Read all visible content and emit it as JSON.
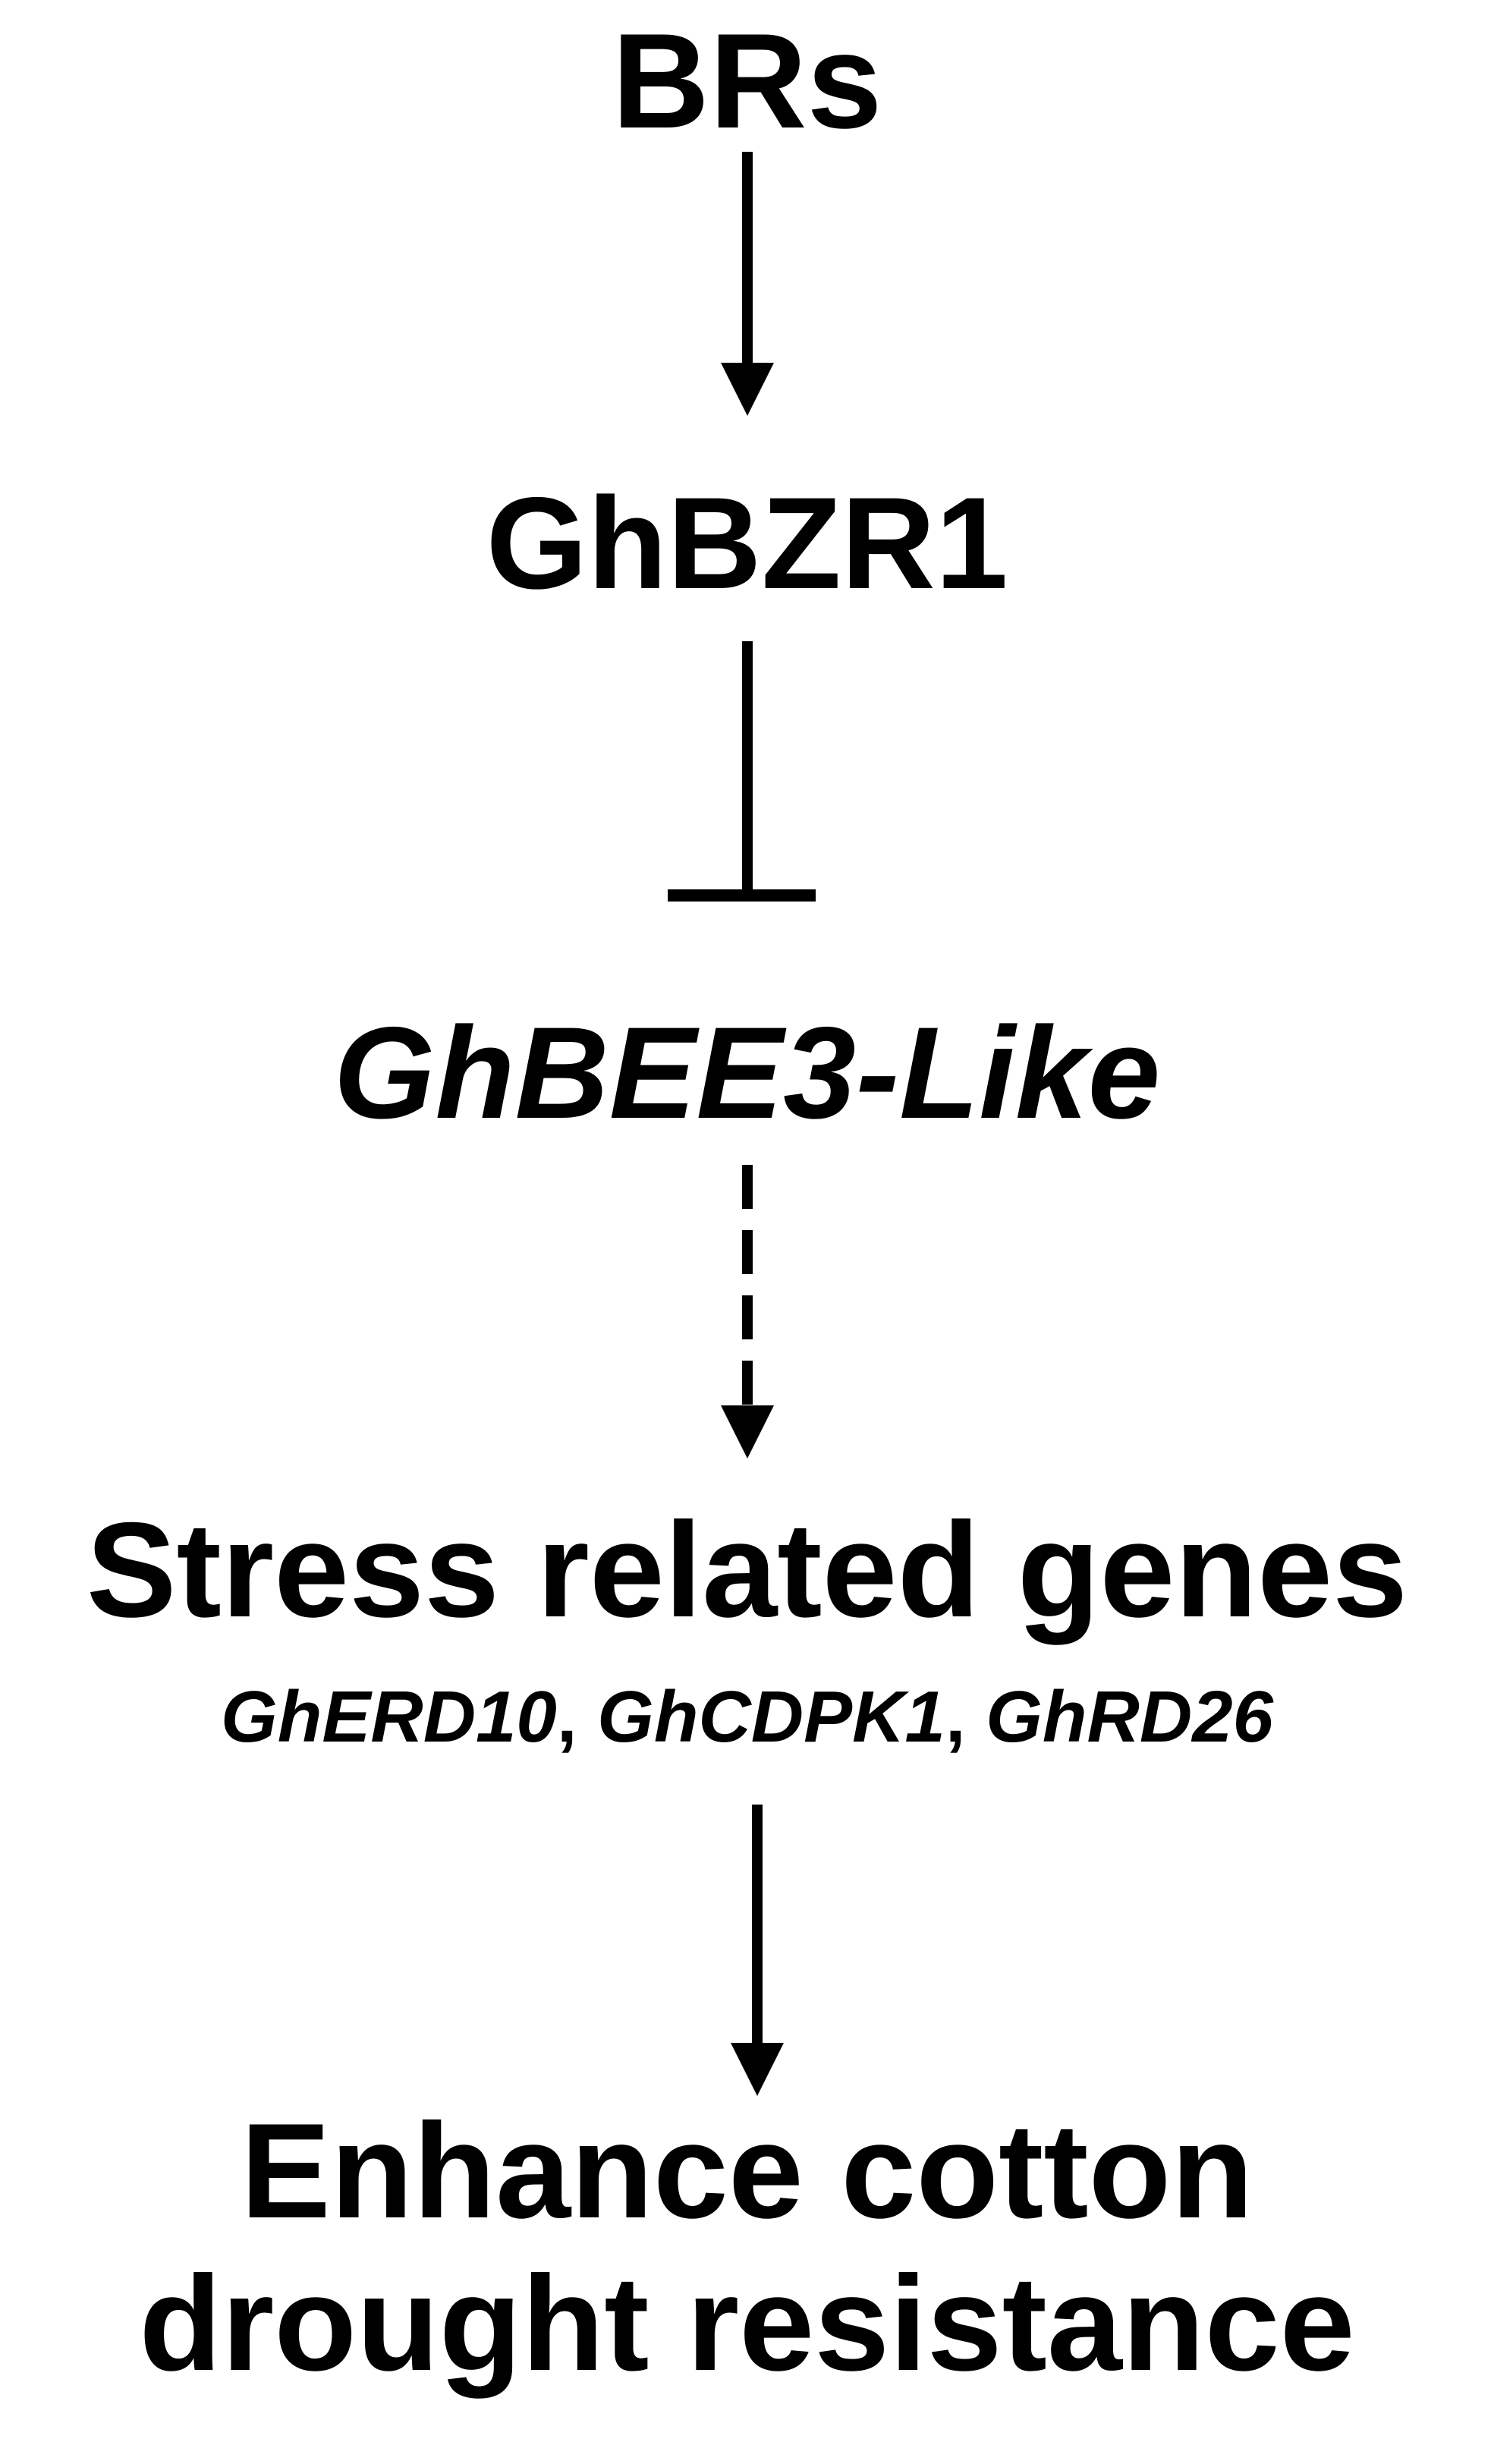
{
  "nodes": {
    "brs": "BRs",
    "ghbzr1": "GhBZR1",
    "ghbee3": "GhBEE3-Like",
    "stress_title": "Stress related genes",
    "stress_gene_1": "GhERD10",
    "stress_gene_2": "GhCDPK1",
    "stress_gene_3": "GhRD26",
    "gene_separator": ",",
    "outcome_line_1": "Enhance cotton",
    "outcome_line_2": "drought resistance"
  },
  "edges": [
    {
      "from": "BRs",
      "to": "GhBZR1",
      "type": "activation"
    },
    {
      "from": "GhBZR1",
      "to": "GhBEE3-Like",
      "type": "inhibition"
    },
    {
      "from": "GhBEE3-Like",
      "to": "Stress related genes",
      "type": "indirect-activation"
    },
    {
      "from": "Stress related genes",
      "to": "Enhance cotton drought resistance",
      "type": "activation"
    }
  ],
  "colors": {
    "ink": "#000000",
    "background": "#ffffff"
  }
}
